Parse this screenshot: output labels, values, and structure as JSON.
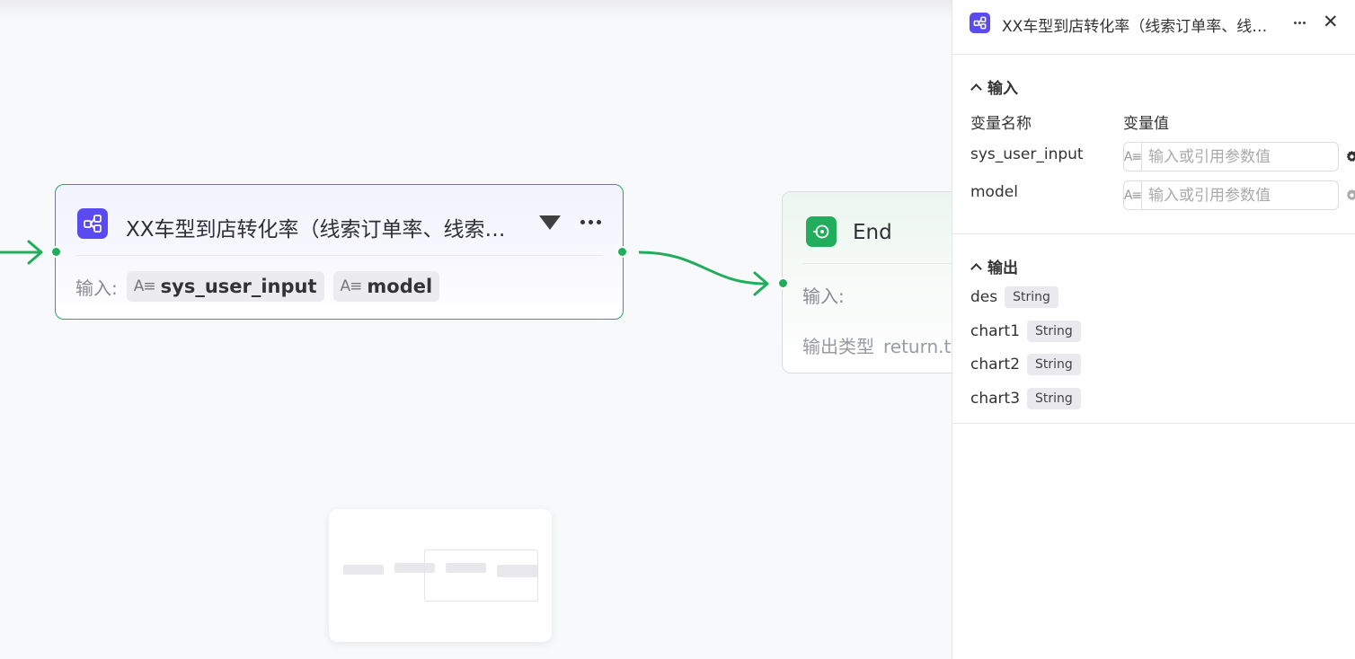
{
  "canvas": {
    "main_node": {
      "title": "XX车型到店转化率（线索订单率、线索到店率、到店订单率）",
      "inputs_label": "输入:",
      "inputs": [
        "sys_user_input",
        "model"
      ]
    },
    "end_node": {
      "title": "End",
      "inputs_label": "输入:",
      "output_type_label": "输出类型",
      "output_type_value": "return.te"
    }
  },
  "panel": {
    "title": "XX车型到店转化率（线索订单率、线索到店率、到店订单率）",
    "input_section": {
      "title": "输入",
      "col_name": "变量名称",
      "col_value": "变量值",
      "rows": [
        {
          "name": "sys_user_input",
          "placeholder": "输入或引用参数值",
          "value": ""
        },
        {
          "name": "model",
          "placeholder": "输入或引用参数值",
          "value": ""
        }
      ]
    },
    "output_section": {
      "title": "输出",
      "rows": [
        {
          "name": "des",
          "type": "String"
        },
        {
          "name": "chart1",
          "type": "String"
        },
        {
          "name": "chart2",
          "type": "String"
        },
        {
          "name": "chart3",
          "type": "String"
        }
      ]
    }
  },
  "colors": {
    "accent_green": "#22ad5c",
    "app_icon_purple": "#5a4bf0"
  }
}
